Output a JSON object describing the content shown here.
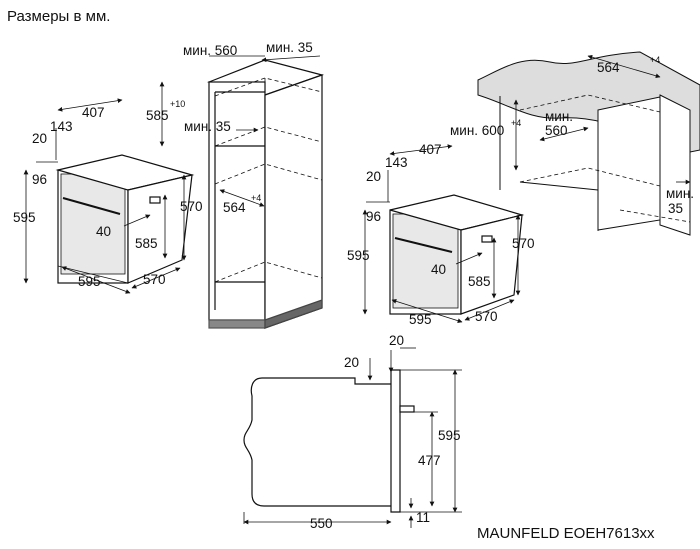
{
  "title": "Размеры в мм.",
  "model": "MAUNFELD EOEH7613xx",
  "column_install": {
    "oven_front": {
      "depth_407": "407",
      "top_143": "143",
      "top_20": "20",
      "side_96": "96",
      "height_595": "595",
      "handle_40": "40",
      "inner_585": "585",
      "depth_570_side": "570",
      "width_595": "595",
      "depth_570_bottom": "570"
    },
    "cabinet": {
      "min_label_1": "мин. 560",
      "min_label_2": "мин. 35",
      "h_585": "585",
      "sup_10": "+10",
      "min_label_3": "мин. 35",
      "w_564": "564",
      "sup_4": "+4"
    }
  },
  "undercounter_install": {
    "oven_front": {
      "top_143": "143",
      "depth_407": "407",
      "top_20": "20",
      "side_96": "96",
      "height_595": "595",
      "handle_40": "40",
      "inner_585": "585",
      "depth_570_side": "570",
      "width_595": "595",
      "depth_570_bottom": "570"
    },
    "niche": {
      "w_564": "564",
      "sup_4a": "+4",
      "min_600": "мин. 600",
      "sup_4b": "+4",
      "min_label_560": "мин.",
      "v_560": "560",
      "min_label_35": "мин.",
      "v_35": "35"
    }
  },
  "side_view": {
    "top_20_left": "20",
    "top_20_right": "20",
    "height_595": "595",
    "height_477": "477",
    "depth_550": "550",
    "bottom_11": "11"
  }
}
